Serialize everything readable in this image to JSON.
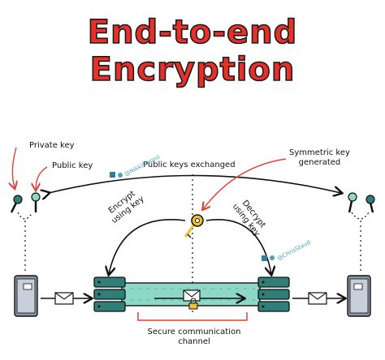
{
  "title": {
    "line1": "End-to-end",
    "line2": "Encryption"
  },
  "labels": {
    "private_key": "Private key",
    "public_key": "Public key",
    "public_keys_exchanged": "Public keys exchanged",
    "symmetric_key_line1": "Symmetric key",
    "symmetric_key_line2": "generated",
    "encrypt_line1": "Encrypt",
    "encrypt_line2": "using key",
    "decrypt_line1": "Decrypt",
    "decrypt_line2": "using key",
    "secure_channel_line1": "Secure communication",
    "secure_channel_line2": "channel"
  },
  "credits": {
    "author1": "@NikkiSiapno",
    "author2": "@ChrisStaud"
  },
  "colors": {
    "title_red": "#e8302a",
    "arrow_red": "#e0413a",
    "teal": "#2f7e78",
    "channel_green": "#8ed8c6",
    "phone_gray": "#8a95a5",
    "key_yellow": "#f1c232",
    "credit_blue": "#4aa3b8"
  }
}
